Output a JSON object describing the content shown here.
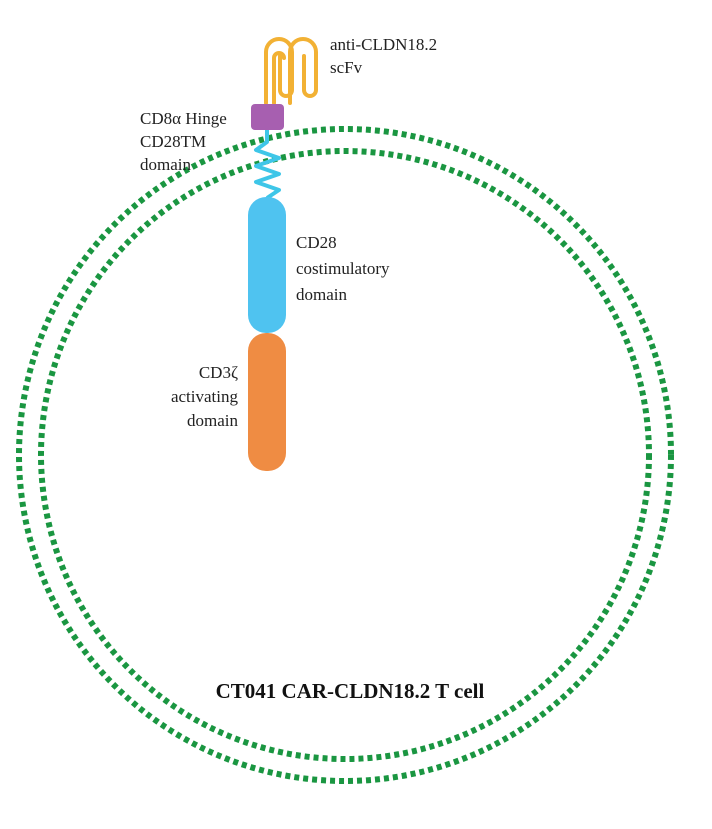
{
  "diagram": {
    "scfv_label": {
      "line1": "anti-CLDN18.2",
      "line2": "scFv"
    },
    "hinge_label": {
      "line1": "CD8α Hinge",
      "line2": "CD28TM",
      "line3": "domain"
    },
    "cd28_label": {
      "line1": "CD28",
      "line2": "costimulatory",
      "line3": "domain"
    },
    "cd3z_label": {
      "line1": "CD3ζ",
      "line2": "activating",
      "line3": "domain"
    },
    "cell_label": "CT041 CAR-CLDN18.2 T cell"
  },
  "colors": {
    "membrane": "#1a9641",
    "scfv": "#f2b134",
    "hinge": "#a75fb0",
    "transmembrane": "#3ec6e8",
    "cd28": "#4fc3f0",
    "cd3z": "#ef8c43"
  }
}
